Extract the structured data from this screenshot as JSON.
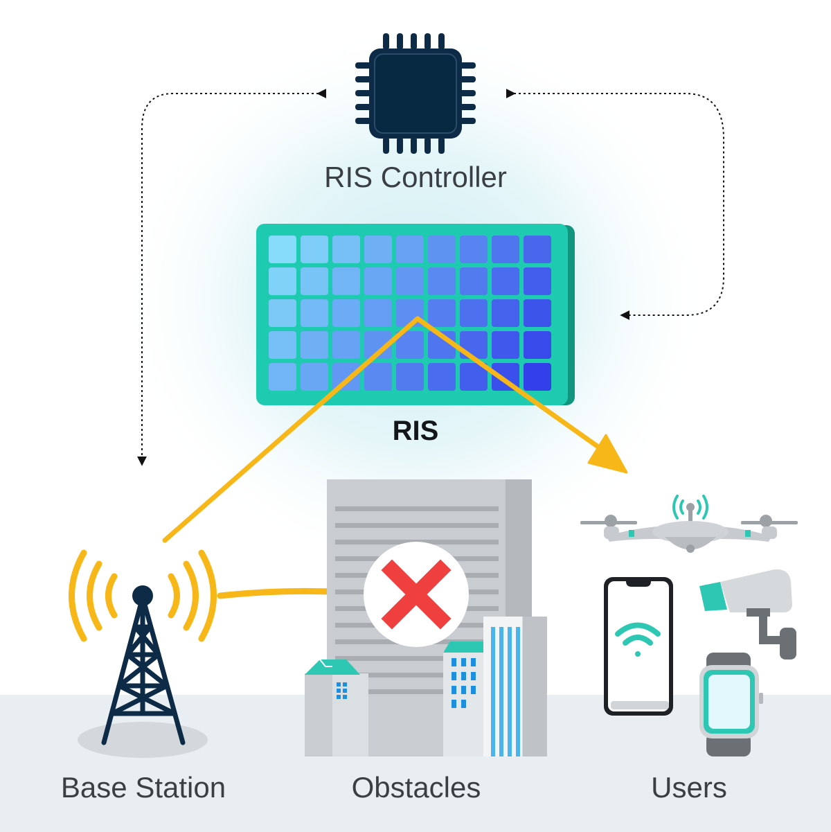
{
  "labels": {
    "ris_controller": "RIS Controller",
    "ris": "RIS",
    "base_station": "Base Station",
    "obstacles": "Obstacles",
    "users": "Users"
  },
  "colors": {
    "ground": "#e9eef2",
    "glow": "#d6f0f4",
    "chip_dark": "#062840",
    "ris_frame": "#1fcbb0",
    "ris_frame_shadow": "#12957f",
    "ris_cell_light": "#7fd8f9",
    "ris_cell_dark": "#3542e8",
    "beam": "#f7b718",
    "tower": "#0d2a46",
    "teal_accent": "#2ec7b3",
    "device_gray": "#cfd3d7",
    "blocked_red": "#f03f3f"
  },
  "icons": [
    "chip-icon",
    "ris-panel-icon",
    "cell-tower-icon",
    "building-icon",
    "blocked-x-icon",
    "drone-icon",
    "smartphone-icon",
    "wifi-icon",
    "security-camera-icon",
    "smartwatch-icon"
  ]
}
